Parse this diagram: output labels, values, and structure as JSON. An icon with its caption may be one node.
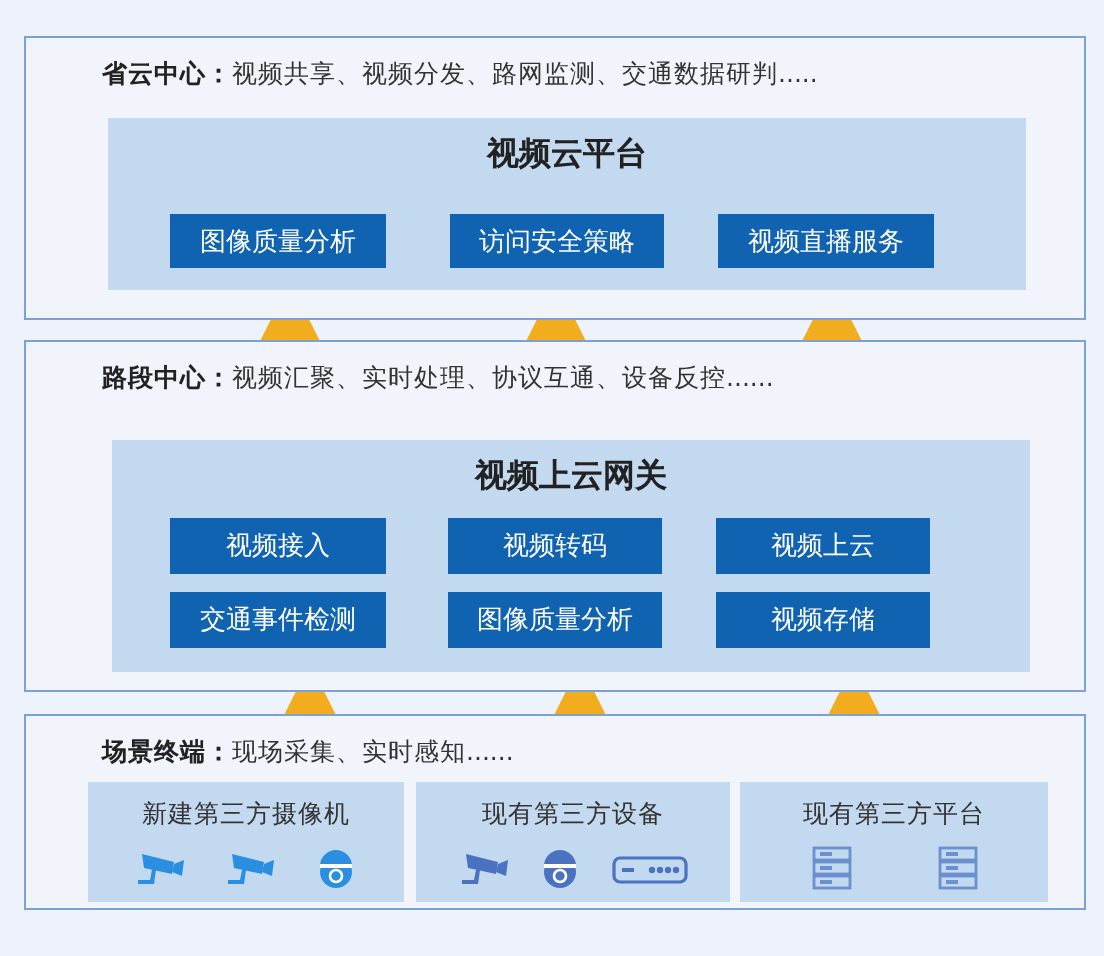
{
  "diagram": {
    "nodes": [
      {
        "text": [
          "**省云中心：**视频共享、视频分发、路网监测、交通数据研判....."
        ]
      },
      {
        "text": [
          "视频云平台"
        ],
        "in": 0
      },
      {
        "text": [
          "图像质量分析"
        ],
        "in": 1
      },
      {
        "text": [
          "访问安全策略"
        ],
        "in": 1
      },
      {
        "text": [
          "视频直播服务"
        ],
        "in": 1
      },
      {
        "text": [
          "**路段中心：**视频汇聚、实时处理、协议互通、设备反控......"
        ]
      },
      {
        "text": [
          "视频上云网关"
        ],
        "in": 5
      },
      {
        "text": [
          "视频接入"
        ],
        "in": 6
      },
      {
        "text": [
          "视频转码"
        ],
        "in": 6
      },
      {
        "text": [
          "视频上云"
        ],
        "in": 6
      },
      {
        "text": [
          "交通事件检测"
        ],
        "in": 6
      },
      {
        "text": [
          "图像质量分析"
        ],
        "in": 6
      },
      {
        "text": [
          "视频存储"
        ],
        "in": 6
      },
      {
        "text": [
          "**场景终端：**现场采集、实时感知......"
        ]
      },
      {
        "text": [
          "新建第三方摄像机"
        ],
        "in": 13
      },
      {
        "text": [
          "现有第三方设备"
        ],
        "in": 13
      },
      {
        "text": [
          "现有第三方平台"
        ],
        "in": 13
      }
    ],
    "edges": [
      {
        "from": 5,
        "to": 1,
        "arrow": "to",
        "style": "thick"
      },
      {
        "from": 5,
        "to": 1,
        "arrow": "to",
        "style": "thick"
      },
      {
        "from": 5,
        "to": 1,
        "arrow": "to",
        "style": "thick"
      },
      {
        "from": 13,
        "to": 6,
        "arrow": "to",
        "style": "thick"
      },
      {
        "from": 13,
        "to": 6,
        "arrow": "to",
        "style": "thick"
      },
      {
        "from": 13,
        "to": 6,
        "arrow": "to",
        "style": "thick"
      }
    ]
  }
}
